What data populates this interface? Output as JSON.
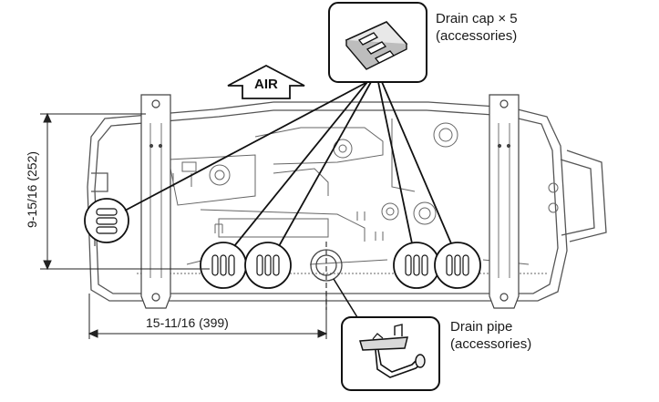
{
  "callouts": {
    "drain_cap": {
      "name": "Drain cap × 5",
      "note": "(accessories)"
    },
    "drain_pipe": {
      "name": "Drain pipe",
      "note": "(accessories)"
    }
  },
  "airflow": {
    "label": "AIR"
  },
  "dimensions": {
    "height": "9-15/16 (252)",
    "width": "15-11/16 (399)"
  },
  "colors": {
    "line": "#1a1a1a",
    "detail": "#555555",
    "background": "#ffffff"
  }
}
